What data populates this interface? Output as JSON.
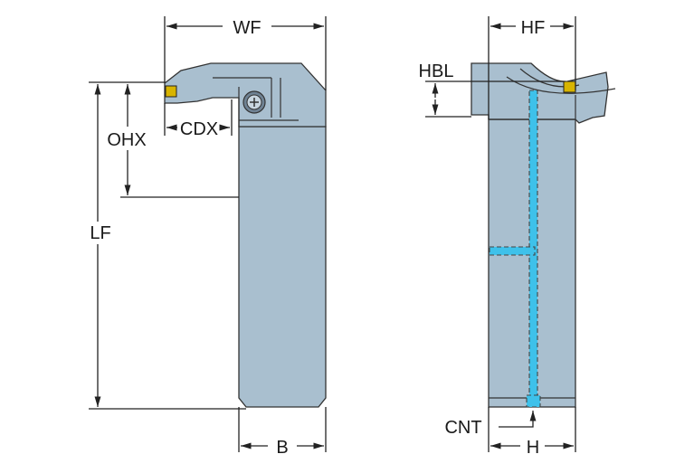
{
  "diagram": {
    "title": "Cut-off / grooving tool holder dimension drawing",
    "colors": {
      "body": "#a9bfcf",
      "coolant": "#3ec1ea",
      "insert": "#d8b400",
      "line": "#222222"
    },
    "side_view": {
      "labels": {
        "wf": "WF",
        "cdx": "CDX",
        "ohx": "OHX",
        "lf": "LF",
        "b": "B"
      }
    },
    "end_view": {
      "labels": {
        "hf": "HF",
        "hbl": "HBL",
        "cnt": "CNT",
        "h": "H"
      }
    }
  }
}
